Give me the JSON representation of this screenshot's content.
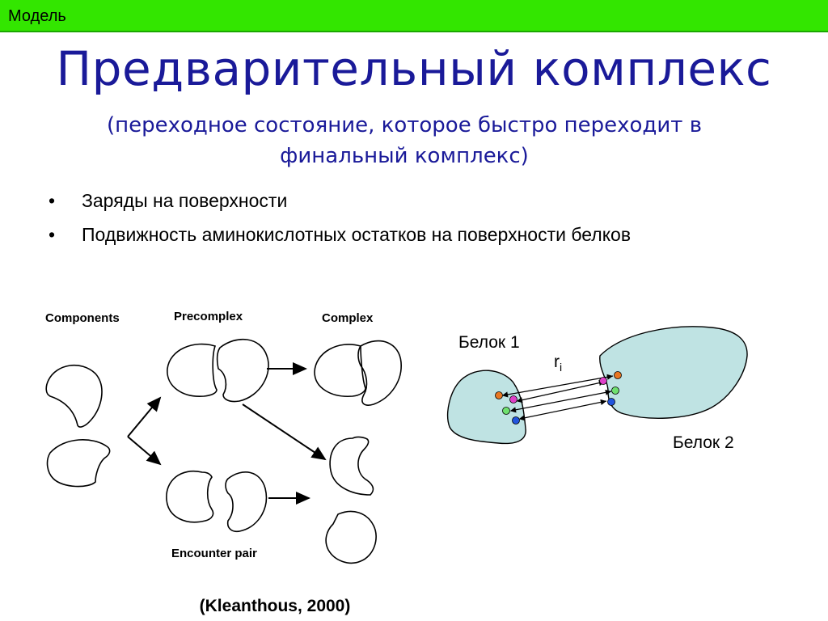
{
  "header": {
    "section_label": "Модель"
  },
  "slide": {
    "title": "Предварительный комплекс",
    "subtitle": "(переходное состояние, которое быстро переходит в финальный комплекс)",
    "bullets": [
      "Заряды на поверхности",
      "Подвижность аминокислотных остатков на поверхности белков"
    ],
    "citation": "(Kleanthous, 2000)"
  },
  "left_diagram": {
    "labels": {
      "components": "Components",
      "precomplex": "Precomplex",
      "complex": "Complex",
      "encounter_pair": "Encounter pair"
    }
  },
  "right_diagram": {
    "protein1": "Белок 1",
    "protein2": "Белок 2",
    "distance_label": "r",
    "distance_subscript": "i",
    "colors": {
      "protein_fill": "#bfe3e3",
      "dot_orange": "#e87722",
      "dot_magenta": "#e040c8",
      "dot_green": "#6fe06f",
      "dot_blue": "#2255dd"
    }
  }
}
